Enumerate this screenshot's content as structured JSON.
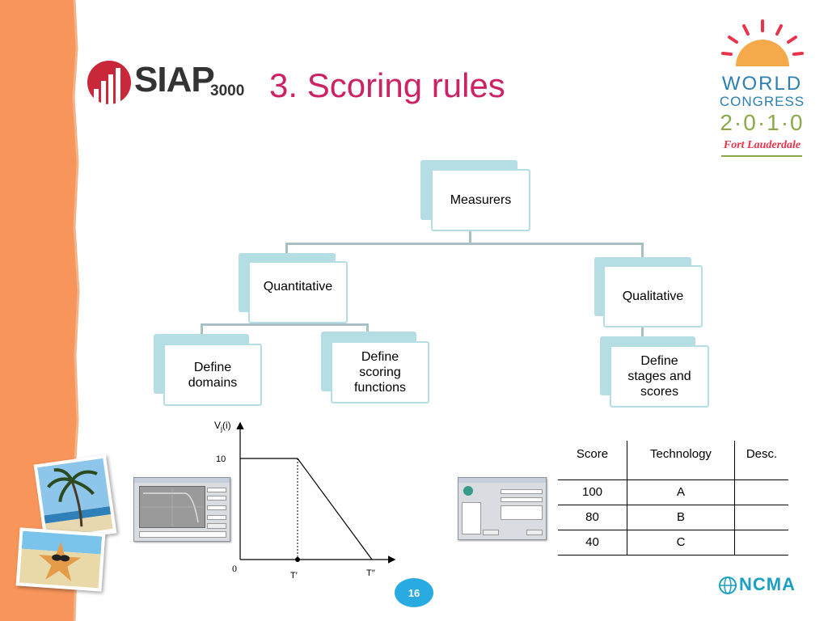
{
  "header": {
    "logo_main": "SIAP",
    "logo_sub": "3000",
    "title": "3. Scoring rules"
  },
  "congress_logo": {
    "line1": "WORLD",
    "line2": "CONGRESS",
    "year": "2·0·1·0",
    "city": "Fort Lauderdale"
  },
  "org_chart": {
    "root": "Measurers",
    "quantitative": "Quantitative",
    "qualitative": "Qualitative",
    "define_domains": [
      "Define",
      "domains"
    ],
    "define_scoring": [
      "Define",
      "scoring",
      "functions"
    ],
    "define_stages": [
      "Define",
      "stages and",
      "scores"
    ]
  },
  "graph": {
    "ylabel": "V",
    "ylabel_sub": "j",
    "ylabel_suffix": "(i)",
    "y_tick": "10",
    "origin": "0",
    "t1": "T′",
    "t2": "T′′"
  },
  "table": {
    "headers": [
      "Score",
      "Technology",
      "Desc."
    ],
    "rows": [
      [
        "100",
        "A",
        ""
      ],
      [
        "80",
        "B",
        ""
      ],
      [
        "40",
        "C",
        ""
      ]
    ]
  },
  "footer": {
    "page_number": "16",
    "ncma": "NCMA",
    "ncma_colors": {
      "primary": "#1b9fc2"
    }
  },
  "colors": {
    "title": "#cc2266",
    "strip": "#f7955b",
    "box_fill": "#b4dde4",
    "page_badge": "#29abe2"
  }
}
